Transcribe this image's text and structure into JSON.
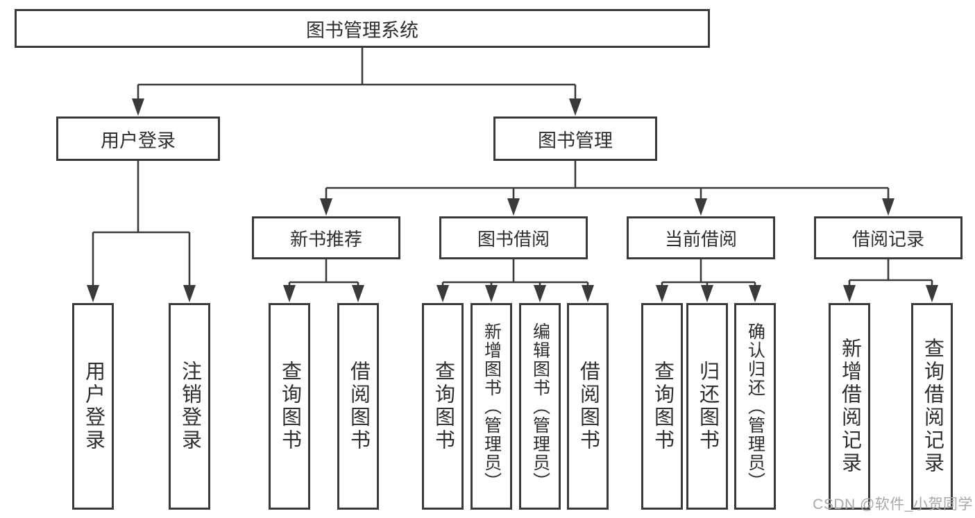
{
  "diagram": {
    "root": {
      "label": "图书管理系统"
    },
    "branches": [
      {
        "label": "用户登录",
        "children": [
          {
            "label": "用户登录"
          },
          {
            "label": "注销登录"
          }
        ]
      },
      {
        "label": "图书管理",
        "children": [
          {
            "label": "新书推荐",
            "children": [
              {
                "label": "查询图书"
              },
              {
                "label": "借阅图书"
              }
            ]
          },
          {
            "label": "图书借阅",
            "children": [
              {
                "label": "查询图书"
              },
              {
                "label": "新增图书（管理员）"
              },
              {
                "label": "编辑图书（管理员）"
              },
              {
                "label": "借阅图书"
              }
            ]
          },
          {
            "label": "当前借阅",
            "children": [
              {
                "label": "查询图书"
              },
              {
                "label": "归还图书"
              },
              {
                "label": "确认归还（管理员）"
              }
            ]
          },
          {
            "label": "借阅记录",
            "children": [
              {
                "label": "新增借阅记录"
              },
              {
                "label": "查询借阅记录"
              }
            ]
          }
        ]
      }
    ]
  },
  "watermark": {
    "text": "CSDN @软件_小贺同学"
  },
  "colors": {
    "line": "#3a3a3a",
    "text": "#2e2e2e",
    "watermark": "#a8a8a8",
    "background": "#ffffff"
  }
}
